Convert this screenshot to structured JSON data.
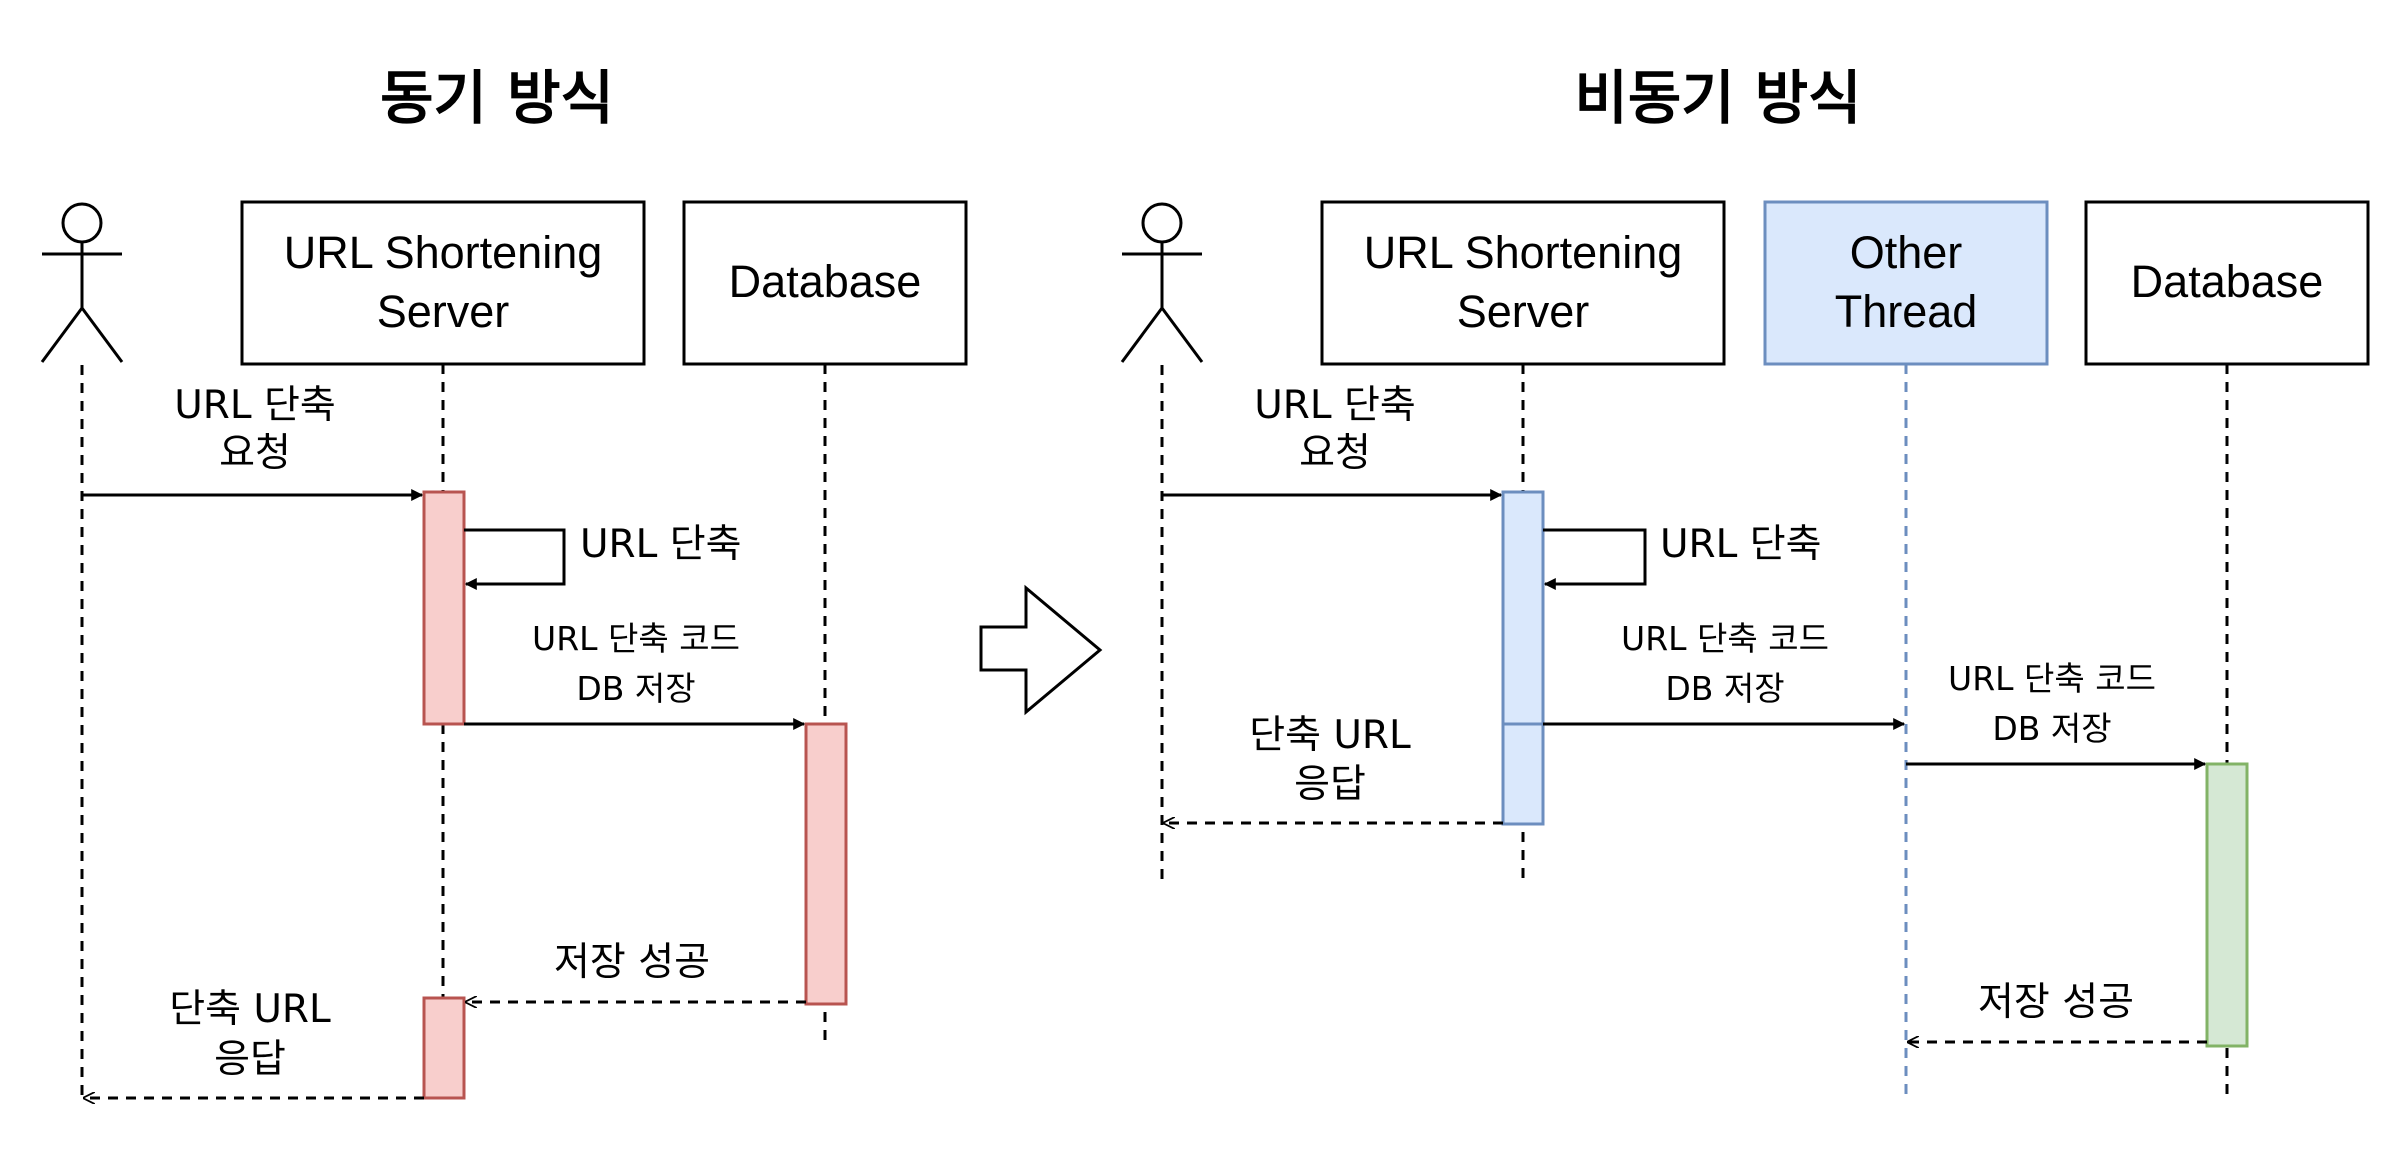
{
  "sync": {
    "title": "동기 방식",
    "participants": {
      "server": [
        "URL Shortening",
        "Server"
      ],
      "database": "Database"
    },
    "messages": {
      "request": [
        "URL 단축",
        "요청"
      ],
      "self_shorten": "URL 단축",
      "db_save": [
        "URL 단축 코드",
        "DB 저장"
      ],
      "save_success": "저장 성공",
      "response": [
        "단축 URL",
        "응답"
      ]
    }
  },
  "async": {
    "title": "비동기 방식",
    "participants": {
      "server": [
        "URL Shortening",
        "Server"
      ],
      "thread": [
        "Other",
        "Thread"
      ],
      "database": "Database"
    },
    "messages": {
      "request": [
        "URL 단축",
        "요청"
      ],
      "self_shorten": "URL 단축",
      "db_save_to_thread": [
        "URL 단축 코드",
        "DB 저장"
      ],
      "response": [
        "단축 URL",
        "응답"
      ],
      "db_save_to_db": [
        "URL 단축 코드",
        "DB 저장"
      ],
      "save_success": "저장 성공"
    }
  },
  "colors": {
    "sync_activation_fill": "#f8cecc",
    "sync_activation_stroke": "#b85450",
    "async_activation_fill": "#dae8fc",
    "async_activation_stroke": "#6c8ebf",
    "db_activation_fill": "#d5e8d4",
    "db_activation_stroke": "#82b366"
  }
}
